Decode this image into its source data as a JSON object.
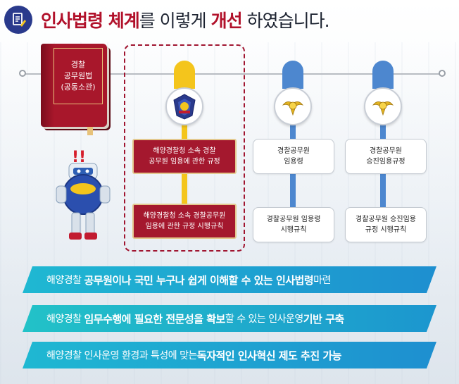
{
  "title": {
    "part1": "인사법령 체계",
    "part2": "를 이렇게 ",
    "part3": "개선",
    "part4": " 하였습니다."
  },
  "book": {
    "label": "경찰\n공무원법\n(공동소관)"
  },
  "boxes": {
    "red_top": "해양경찰청 소속 경찰\n공무원 임용에 관한 규정",
    "red_bottom": "해양경찰청 소속 경찰공무원\n임용에 관한 규정 시행규칙",
    "col2_top": "경찰공무원\n임용령",
    "col2_bottom": "경찰공무원 임용령\n시행규칙",
    "col3_top": "경찰공무원\n승진임용규정",
    "col3_bottom": "경찰공무원 승진임용\n규정 시행규칙"
  },
  "banners": [
    {
      "pre": "해양경찰 ",
      "bold": "공무원이나 국민 누구나 쉽게 이해할 수 있는 인사법령",
      "post": " 마련"
    },
    {
      "pre": "해양경찰 ",
      "bold": "임무수행에 필요한 전문성을 확보",
      "post": "할 수 있는 인사운영 ",
      "bold2": "기반 구축"
    },
    {
      "pre": "해양경찰 인사운영 환경과 특성에 맞는 ",
      "bold": "독자적인 인사혁신 제도 추진 가능",
      "post": ""
    }
  ],
  "colors": {
    "accent_red": "#b1102a",
    "yellow": "#f4c51c",
    "blue": "#4d87cf",
    "banner": "#1e8fd0"
  },
  "icons": [
    "document-edit-icon",
    "coast-guard-emblem-icon",
    "police-emblem-icon",
    "robot-mascot"
  ]
}
